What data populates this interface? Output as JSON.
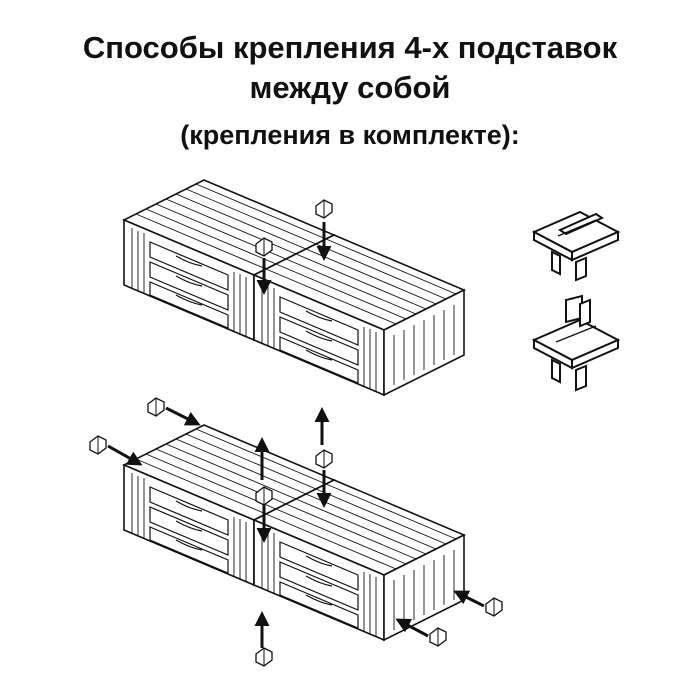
{
  "header": {
    "title_line1": "Способы крепления 4-х подставок",
    "title_line2": "между собой",
    "subtitle": "(крепления в комплекте):"
  },
  "colors": {
    "ink": "#111111",
    "paper": "#ffffff",
    "fill": "#ffffff"
  }
}
